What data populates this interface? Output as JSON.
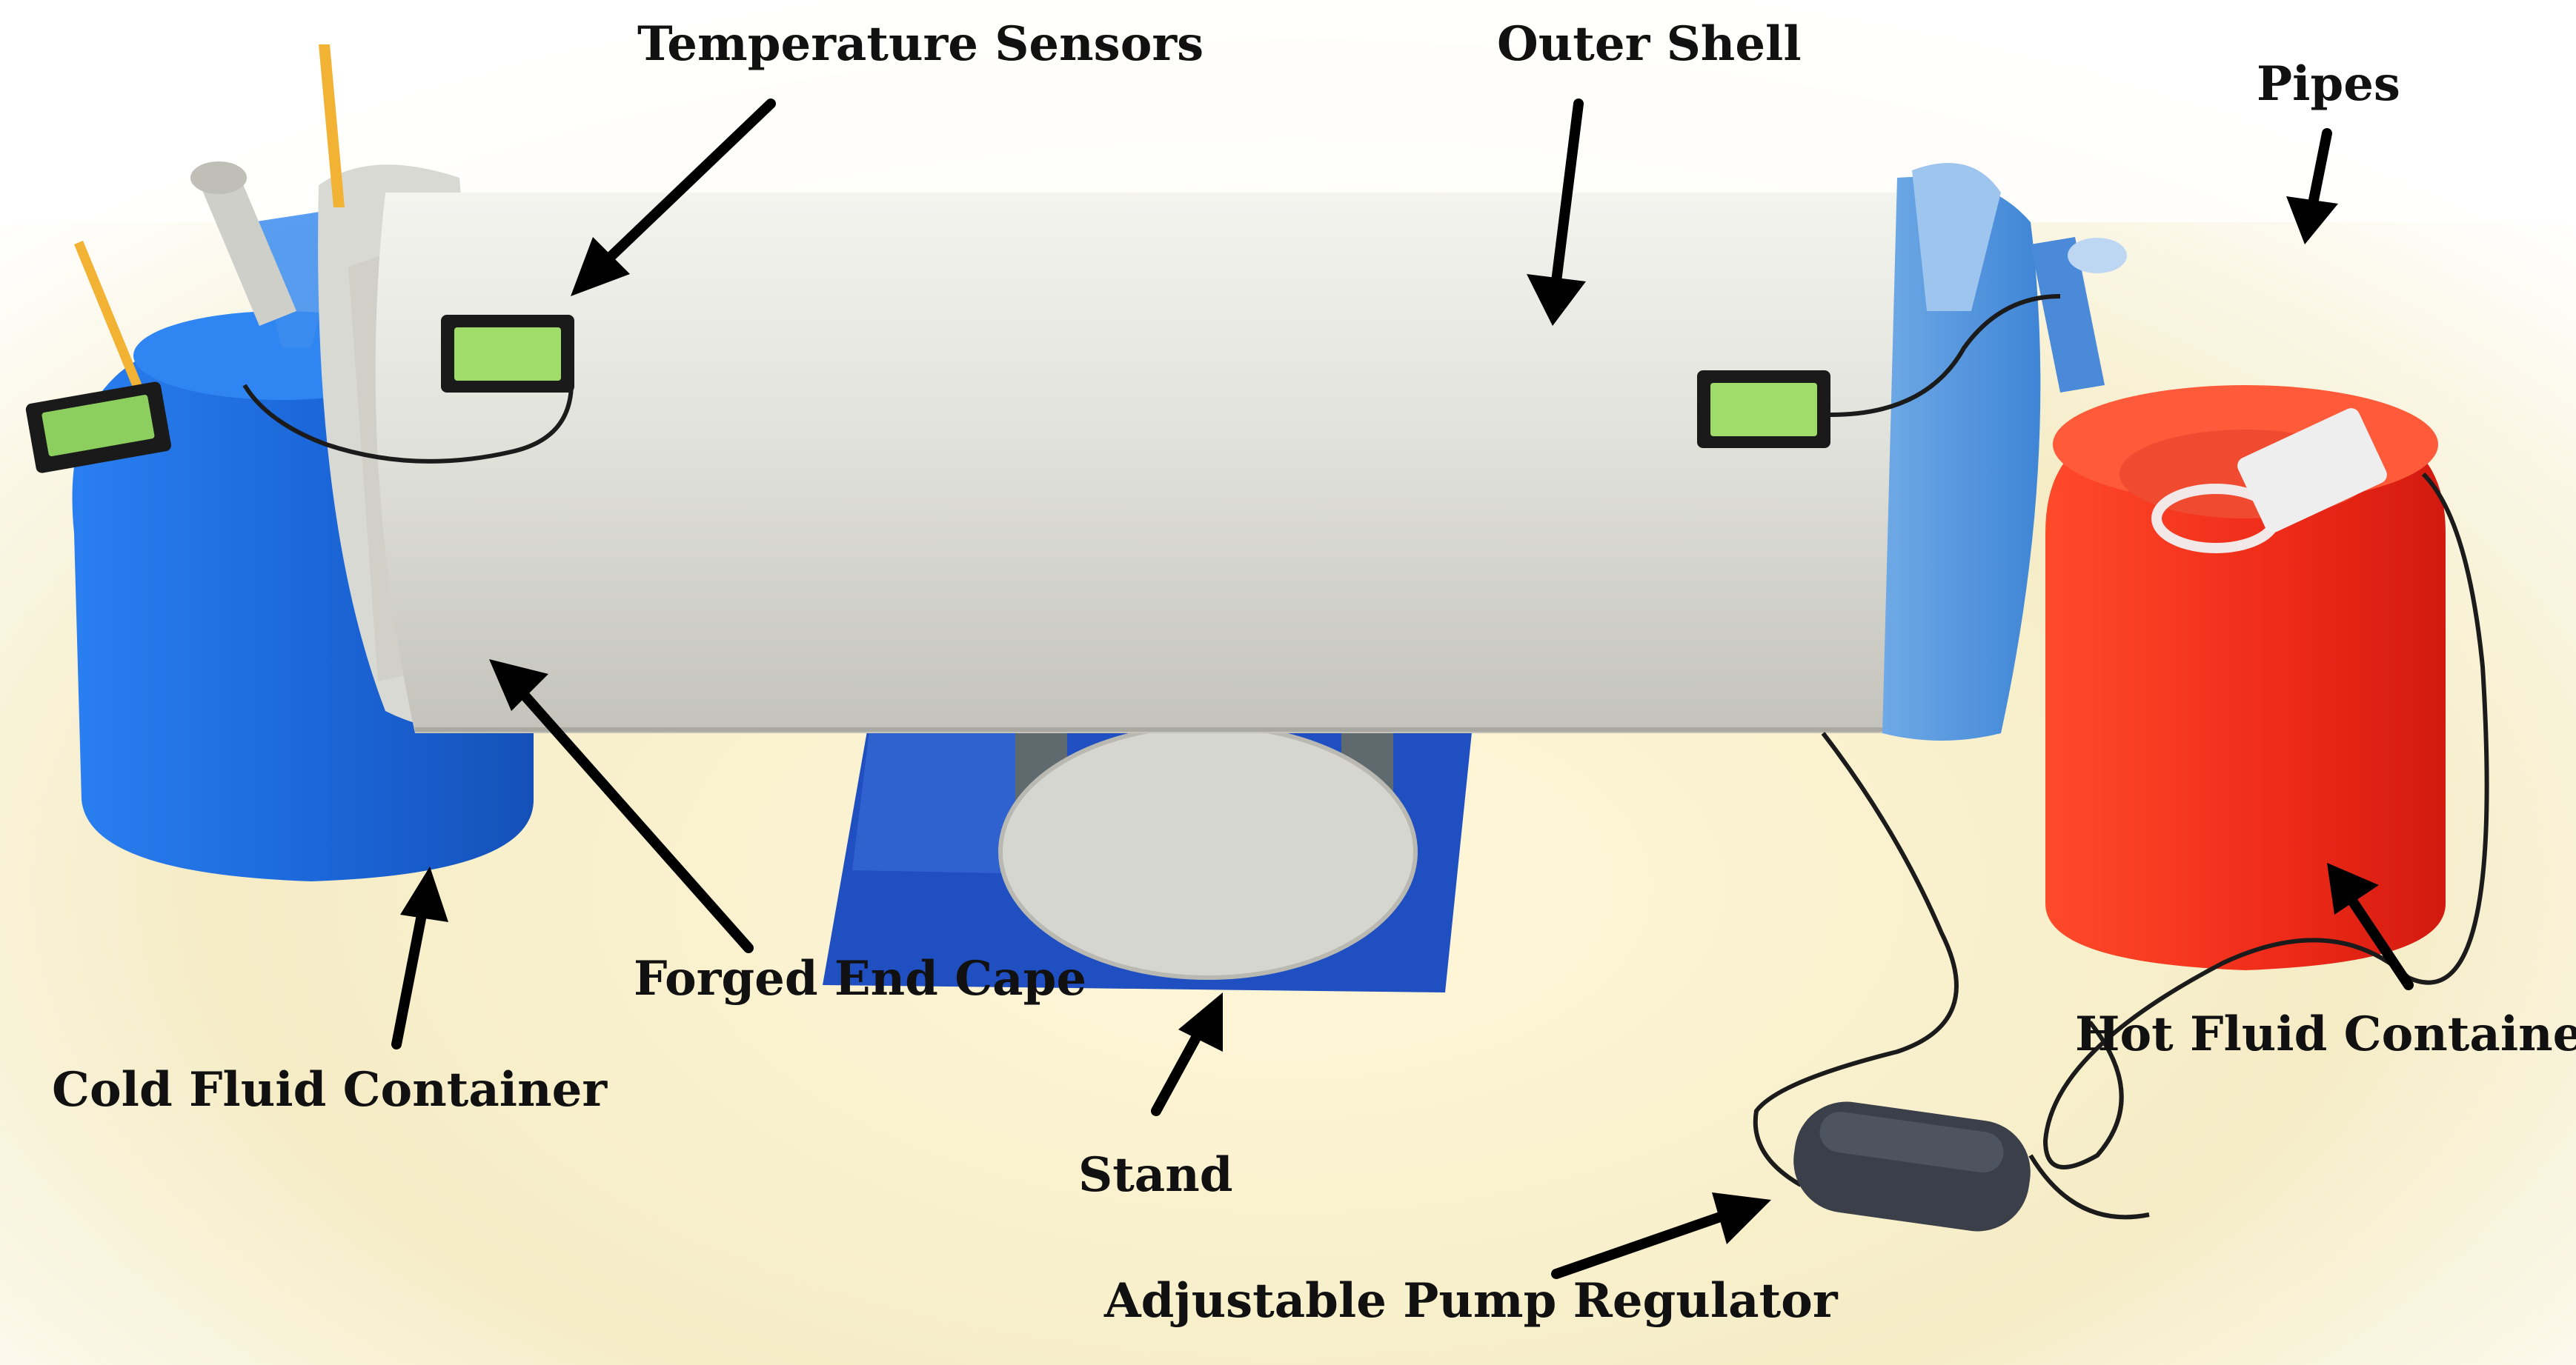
{
  "figure": {
    "labels": {
      "temperature_sensors": "Temperature Sensors",
      "outer_shell": "Outer Shell",
      "pipes": "Pipes",
      "forged_end_cape": "Forged End Cape",
      "cold_fluid_container": "Cold Fluid Container",
      "hot_fluid_container": "Hot Fluid Container",
      "stand": "Stand",
      "adjustable_pump_regulator": "Adjustable Pump Regulator"
    },
    "colors": {
      "cold_container": "#1f6fe0",
      "hot_container": "#f0301e",
      "shell": "#dcdcd6",
      "floor": "#f6efcf",
      "display": "#9fdc6a",
      "arrow": "#000000"
    }
  }
}
